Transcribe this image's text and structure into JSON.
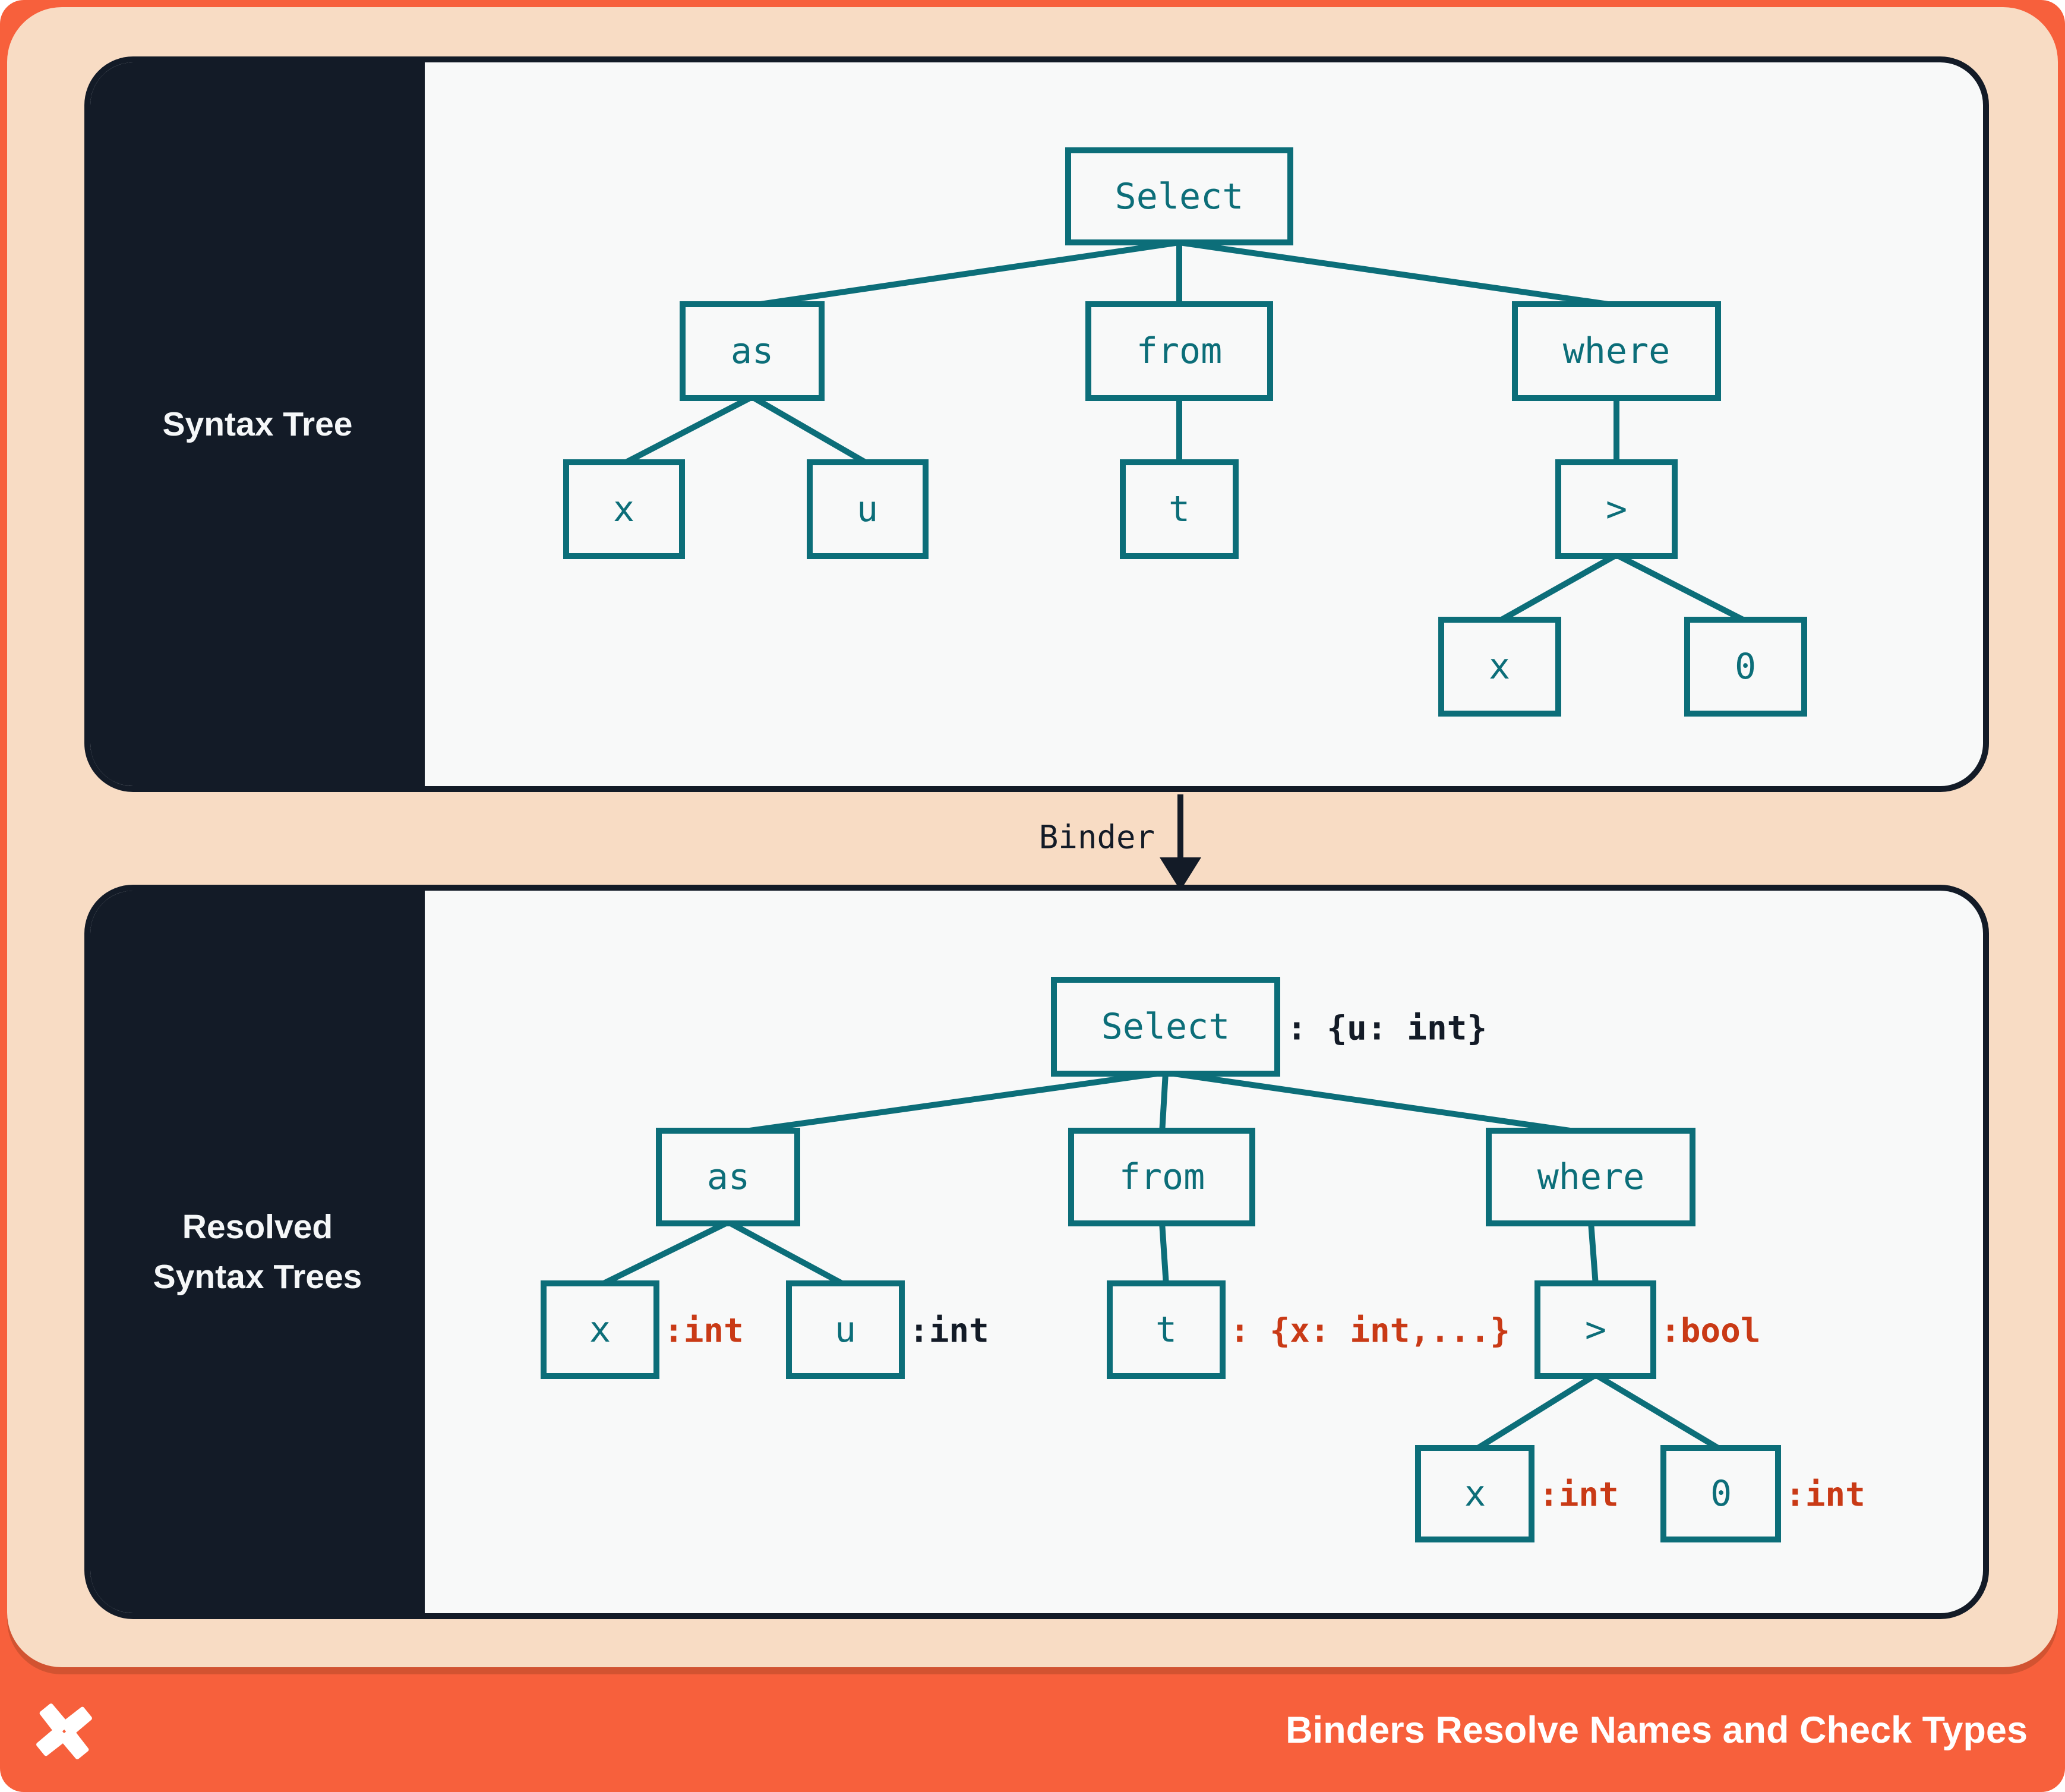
{
  "colors": {
    "frame_and_footer_orange": "#F7603C",
    "background_peach": "#F8DCC4",
    "panel_border_navy": "#131B27",
    "panel_background": "#F8F9F9",
    "tree_teal": "#0C6E79",
    "checked_type_red": "#C93A16",
    "label_white": "#FFFFFF"
  },
  "panel_top": {
    "label": "Syntax Tree",
    "tree": {
      "select": {
        "label": "Select"
      },
      "as": {
        "label": "as"
      },
      "from": {
        "label": "from"
      },
      "where": {
        "label": "where"
      },
      "x1": {
        "label": "x"
      },
      "u": {
        "label": "u"
      },
      "t": {
        "label": "t"
      },
      "gt": {
        "label": ">"
      },
      "x2": {
        "label": "x"
      },
      "zero": {
        "label": "0"
      }
    }
  },
  "binder": {
    "label": "Binder"
  },
  "panel_bottom": {
    "label_line1": "Resolved",
    "label_line2": "Syntax Trees",
    "tree": {
      "select": {
        "label": "Select",
        "annotation": ": {u: int}"
      },
      "as": {
        "label": "as"
      },
      "from": {
        "label": "from"
      },
      "where": {
        "label": "where"
      },
      "x1": {
        "label": "x",
        "annotation": ":int"
      },
      "u": {
        "label": "u",
        "annotation": ":int"
      },
      "t": {
        "label": "t",
        "annotation": ": {x: int,...}"
      },
      "gt": {
        "label": ">",
        "annotation": ":bool"
      },
      "x2": {
        "label": "x",
        "annotation": ":int"
      },
      "zero": {
        "label": "0",
        "annotation": ":int"
      }
    }
  },
  "footer": {
    "title": "Binders Resolve Names and Check Types",
    "logo": "x-shuriken-logo"
  }
}
